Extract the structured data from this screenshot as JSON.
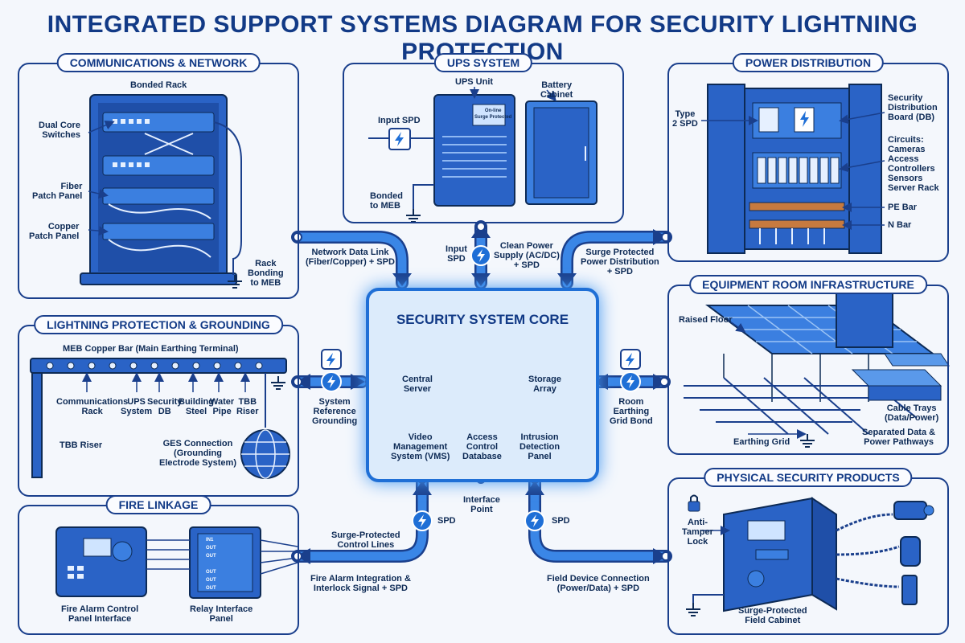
{
  "title": "INTEGRATED SUPPORT SYSTEMS DIAGRAM FOR SECURITY LIGHTNING PROTECTION",
  "colors": {
    "accent": "#1f6fd6",
    "dark": "#1a3f8c",
    "equipment": "#2a63c6",
    "copper": "#c77a3f"
  },
  "panels": {
    "comms": {
      "title": "COMMUNICATIONS & NETWORK",
      "bonded_rack": "Bonded Rack",
      "dual_core": "Dual Core\nSwitches",
      "fiber": "Fiber\nPatch Panel",
      "copper": "Copper\nPatch Panel",
      "rack_bonding": "Rack\nBonding\nto MEB"
    },
    "ups": {
      "title": "UPS SYSTEM",
      "ups_unit": "UPS Unit",
      "battery": "Battery\nCabinet",
      "input_spd": "Input SPD",
      "bonded": "Bonded\nto MEB",
      "screen_text": "On-line\nSurge Protected"
    },
    "power": {
      "title": "POWER DISTRIBUTION",
      "type2": "Type\n2 SPD",
      "db": "Security\nDistribution\nBoard (DB)",
      "circuits": "Circuits:\nCameras\nAccess\nControllers\nSensors\nServer Rack",
      "pe_bar": "PE Bar",
      "n_bar": "N Bar"
    },
    "lightning": {
      "title": "LIGHTNING PROTECTION & GROUNDING",
      "meb": "MEB Copper Bar (Main Earthing Terminal)",
      "taps": [
        "Communications\nRack",
        "UPS\nSystem",
        "Security\nDB",
        "Building\nSteel",
        "Water\nPipe",
        "TBB\nRiser"
      ],
      "tbb_riser": "TBB Riser",
      "ges": "GES Connection\n(Grounding\nElectrode System)"
    },
    "equipment": {
      "title": "EQUIPMENT ROOM INFRASTRUCTURE",
      "raised_floor": "Raised Floor",
      "cable_trays": "Cable Trays\n(Data/Power)",
      "earthing_grid": "Earthing Grid",
      "separated": "Separated Data &\nPower Pathways"
    },
    "fire": {
      "title": "FIRE LINKAGE",
      "facp": "Fire Alarm Control\nPanel Interface",
      "relay": "Relay Interface\nPanel",
      "relay_rows": [
        "IN1",
        "OUT",
        "OUT",
        "OUT",
        "OUT",
        "OUT"
      ]
    },
    "physical": {
      "title": "PHYSICAL SECURITY PRODUCTS",
      "anti_tamper": "Anti-\nTamper\nLock",
      "cabinet": "Surge-Protected\nField Cabinet"
    }
  },
  "core": {
    "title": "SECURITY SYSTEM CORE",
    "central_server": "Central\nServer",
    "storage": "Storage\nArray",
    "vms": "Video\nManagement\nSystem (VMS)",
    "access_db": "Access\nControl\nDatabase",
    "intrusion": "Intrusion\nDetection\nPanel"
  },
  "links": {
    "network": "Network Data Link\n(Fiber/Copper) + SPD",
    "input_spd": "Input\nSPD",
    "clean_power": "Clean Power\nSupply (AC/DC)\n+ SPD",
    "surge_power": "Surge Protected\nPower Distribution\n+ SPD",
    "system_ref": "System\nReference\nGrounding",
    "room_earth": "Room\nEarthing\nGrid Bond",
    "interface": "Interface\nPoint",
    "spd_left": "SPD",
    "spd_right": "SPD",
    "surge_lines": "Surge-Protected\nControl Lines",
    "fire_alarm": "Fire Alarm Integration &\nInterlock Signal + SPD",
    "field": "Field Device Connection\n(Power/Data) + SPD"
  }
}
